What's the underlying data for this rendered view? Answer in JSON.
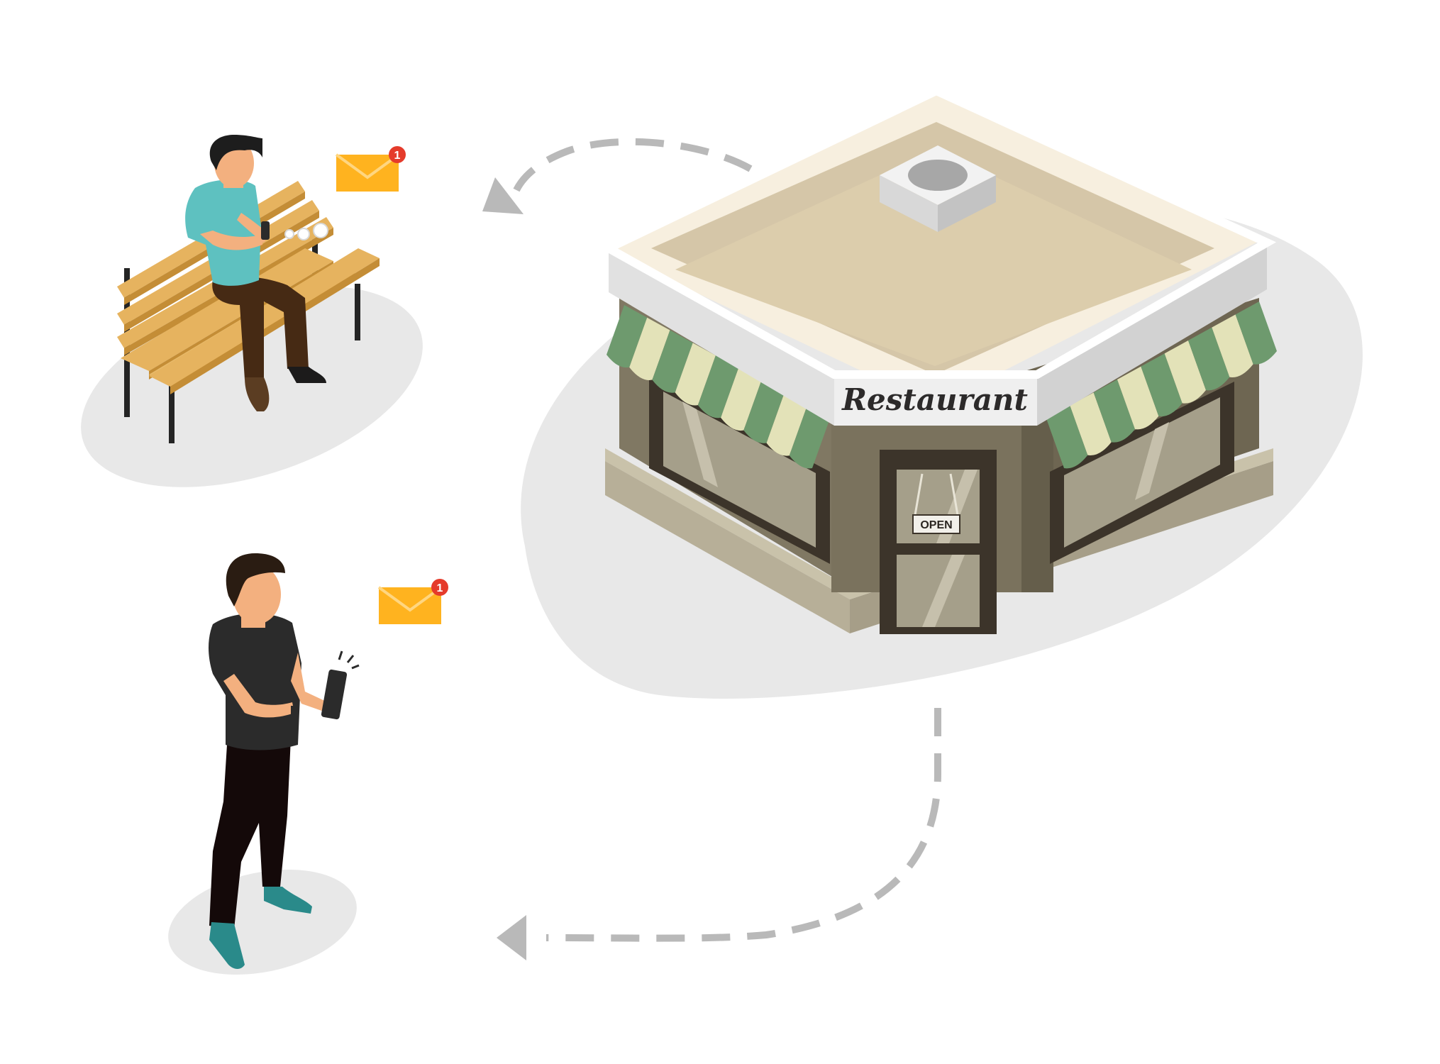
{
  "restaurant": {
    "sign": "Restaurant",
    "door_sign": "OPEN"
  },
  "notifications": [
    {
      "count": "1"
    },
    {
      "count": "1"
    }
  ],
  "colors": {
    "ground": "#e8e8e8",
    "arrow": "#b9b9b9",
    "bench": "#e6b35f",
    "awning_green": "#6e9a6e",
    "awning_cream": "#e3e2b8",
    "envelope": "#ffb31f",
    "badge": "#e53b2b"
  },
  "icons": {
    "notification": "envelope-icon",
    "flow": "dashed-arrow-icon"
  }
}
